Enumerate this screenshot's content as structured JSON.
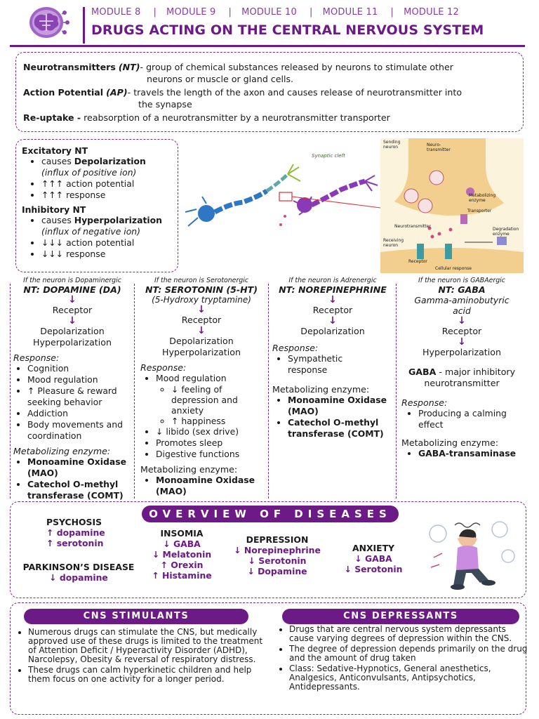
{
  "header": {
    "modules": [
      "MODULE 8",
      "MODULE 9",
      "MODULE 10",
      "MODULE 11",
      "MODULE 12"
    ],
    "separator": "|",
    "title": "DRUGS ACTING ON THE CENTRAL NERVOUS SYSTEM"
  },
  "definitions": {
    "nt_term": "Neurotransmitters",
    "nt_abbr": "(NT)",
    "nt_text1": "- group of chemical substances released by neurons to stimulate other",
    "nt_text2": "neurons or muscle or gland cells.",
    "ap_term": "Action Potential",
    "ap_abbr": "(AP)",
    "ap_text1": "- travels the length of the axon and causes release of neurotransmitter into",
    "ap_text2": "the synapse",
    "ru_term": "Re-uptake -",
    "ru_text": " reabsorption of a neurotransmitter by a neurotransmitter transporter"
  },
  "excitatory": {
    "title": "Excitatory NT",
    "causes": "causes ",
    "causes_bold": "Depolarization",
    "note": "(influx of positive ion)",
    "ap": "↑↑↑ action potential",
    "resp": "↑↑↑ response"
  },
  "inhibitory": {
    "title": "Inhibitory NT",
    "causes": "causes ",
    "causes_bold": "Hyperpolarization",
    "note": "(influx of negative ion)",
    "ap": "↓↓↓ action potential",
    "resp": "↓↓↓ response"
  },
  "illustration": {
    "synaptic_cleft": "Synaptic cleft",
    "sending_neuron": "Sending neuron",
    "neurotransmitter": "Neuro-transmitter",
    "metabolizing_enzyme": "Metabolizing enzyme",
    "transporter": "Transporter",
    "neurotransmitter2": "Neurotransmitter",
    "degradation_enzyme": "Degradation enzyme",
    "receiving_neuron": "Receiving neuron",
    "receptor": "Receptor",
    "cellular_response": "Cellular response"
  },
  "dopamine": {
    "condition": "If the neuron is Dopaminergic",
    "title": "NT: DOPAMINE (DA)",
    "receptor": "Receptor",
    "effect1": "Depolarization",
    "effect2": "Hyperpolarization",
    "response_label": "Response:",
    "responses": [
      "Cognition",
      "Mood regulation",
      "↑ Pleasure & reward seeking behavior",
      "Addiction",
      "Body movements and coordination"
    ],
    "enzyme_label": "Metabolizing enzyme:",
    "enzymes": [
      "Monoamine Oxidase (MAO)",
      "Catechol O-methyl transferase (COMT)"
    ]
  },
  "serotonin": {
    "condition": "If the neuron is Serotonergic",
    "title": "NT: SEROTONIN (5-HT)",
    "subtitle": "(5-Hydroxy tryptamine)",
    "receptor": "Receptor",
    "effect1": "Depolarization",
    "effect2": "Hyperpolarization",
    "response_label": "Response:",
    "mood": "Mood regulation",
    "mood_sub": [
      "↓ feeling of depression and anxiety",
      "↑ happiness"
    ],
    "responses": [
      "↓ libido (sex drive)",
      "Promotes sleep",
      "Digestive functions"
    ],
    "enzyme_label": "Metabolizing enzyme:",
    "enzymes": [
      "Monoamine Oxidase (MAO)"
    ]
  },
  "norepinephrine": {
    "condition": "If the neuron is Adrenergic",
    "title": "NT: NOREPINEPHRINE",
    "receptor": "Receptor",
    "effect1": "Depolarization",
    "response_label": "Response:",
    "responses": [
      "Sympathetic response"
    ],
    "enzyme_label": "Metabolizing enzyme:",
    "enzymes": [
      "Monoamine Oxidase (MAO)",
      "Catechol O-methyl transferase (COMT)"
    ]
  },
  "gaba": {
    "condition": "If the neuron is GABAergic",
    "title": "NT: GABA",
    "subtitle": "Gamma-aminobutyric acid",
    "receptor": "Receptor",
    "effect1": "Hyperpolarization",
    "note_bold": "GABA",
    "note": " - major inhibitory neurotransmitter",
    "response_label": "Response:",
    "responses": [
      "Producing a calming effect"
    ],
    "enzyme_label": "Metabolizing enzyme:",
    "enzymes": [
      "GABA-transaminase"
    ]
  },
  "overview": {
    "title": "OVERVIEW OF DISEASES",
    "psychosis": {
      "name": "PSYCHOSIS",
      "items": [
        "↑ dopamine",
        "↑ serotonin"
      ]
    },
    "parkinsons": {
      "name": "PARKINSON’S DISEASE",
      "items": [
        "↓ dopamine"
      ]
    },
    "insomia": {
      "name": "INSOMIA",
      "items": [
        "↓ GABA",
        "↓ Melatonin",
        "↑ Orexin",
        "↑ Histamine"
      ]
    },
    "depression": {
      "name": "DEPRESSION",
      "items": [
        "↓ Norepinephrine",
        "↓ Serotonin",
        "↓ Dopamine"
      ]
    },
    "anxiety": {
      "name": "ANXIETY",
      "items": [
        "↓ GABA",
        "↓ Serotonin"
      ]
    }
  },
  "stimulants": {
    "title": "CNS STIMULANTS",
    "items": [
      "Numerous drugs can stimulate the CNS, but medically approved use of these drugs is limited to the treatment of Attention Deficit / Hyperactivity Disorder (ADHD), Narcolepsy, Obesity & reversal of respiratory distress.",
      "These drugs can calm hyperkinetic children and help them focus on one activity for a longer period."
    ]
  },
  "depressants": {
    "title": "CNS DEPRESSANTS",
    "items": [
      "Drugs that are central nervous system depressants cause varying degrees of depression within the CNS.",
      "The degree of depression depends primarily on the drug and the amount of drug taken",
      "Class: Sedative-Hypnotics, General anesthetics, Analgesics, Anticonvulsants, Antipsychotics, Antidepressants."
    ]
  },
  "colors": {
    "accent": "#6c1b86",
    "panel_bg": "#fbf3dc",
    "neuron_blue": "#2d77c4",
    "neuron_purple": "#8a3ab6"
  }
}
